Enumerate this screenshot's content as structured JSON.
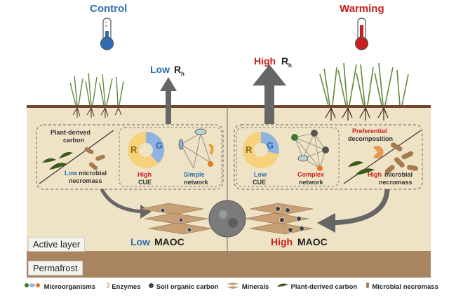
{
  "headers": {
    "control": "Control",
    "warming": "Warming"
  },
  "rh": {
    "left": {
      "level": "Low",
      "symbol": "R",
      "sub": "h"
    },
    "right": {
      "level": "High",
      "symbol": "R",
      "sub": "h"
    }
  },
  "left_panel": {
    "plant_carbon": [
      "Plant-derived",
      "carbon"
    ],
    "necromass_level": "Low",
    "necromass_line1": "microbial",
    "necromass_line2": "necromass",
    "pie_r": "R",
    "pie_g": "G",
    "cue_level": "High",
    "cue": "CUE",
    "network_level": "Simple",
    "network": "network"
  },
  "right_panel": {
    "preferential": [
      "Preferential",
      "decomposition"
    ],
    "necromass_level": "High",
    "necromass_line1": "microbial",
    "necromass_line2": "necromass",
    "pie_r": "R",
    "pie_g": "G",
    "cue_level": "Low",
    "cue": "CUE",
    "network_level": "Complex",
    "network": "network"
  },
  "maoc": {
    "left": {
      "level": "Low",
      "label": "MAOC"
    },
    "right": {
      "level": "High",
      "label": "MAOC"
    }
  },
  "layers": {
    "active": "Active layer",
    "permafrost": "Permafrost"
  },
  "legend": [
    "Microorganisms",
    "Enzymes",
    "Soil organic carbon",
    "Minerals",
    "Plant-derived carbon",
    "Microbial necromass"
  ],
  "colors": {
    "control_blue": "#2e6db4",
    "warming_red": "#c8201e",
    "soil": "#efe3c6",
    "permafrost": "#a88461",
    "pie_yellow": "#f7d27a",
    "pie_blue": "#8fb3df"
  }
}
